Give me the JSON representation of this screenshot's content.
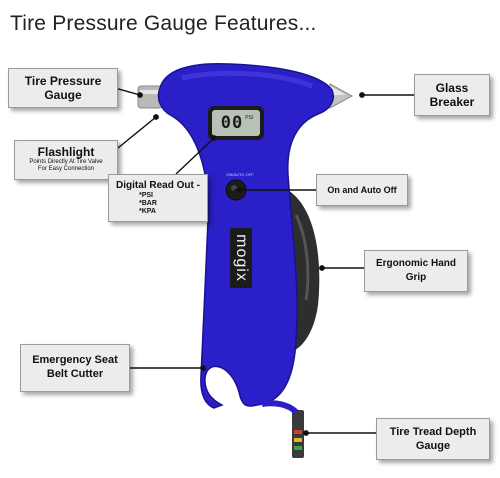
{
  "title": "Tire Pressure Gauge Features...",
  "device": {
    "brand": "mogix",
    "lcd_value": "00",
    "lcd_unit": "PSI",
    "button_label": "ON/AUTO OFF",
    "body_color": "#2a1fc8",
    "grip_color": "#2b2b2b"
  },
  "callouts": {
    "tire_pressure_gauge": "Tire Pressure Gauge",
    "flashlight": "Flashlight",
    "flashlight_sub1": "Points Directly At Tire Valve",
    "flashlight_sub2": "For Easy Connection",
    "digital_readout": "Digital Read Out -",
    "unit_psi": "*PSI",
    "unit_bar": "*BAR",
    "unit_kpa": "*KPA",
    "on_auto_off": "On and Auto Off",
    "glass_breaker": "Glass Breaker",
    "ergonomic_grip": "Ergonomic Hand Grip",
    "seat_belt_cutter": "Emergency Seat Belt Cutter",
    "tread_depth": "Tire Tread Depth Gauge"
  }
}
